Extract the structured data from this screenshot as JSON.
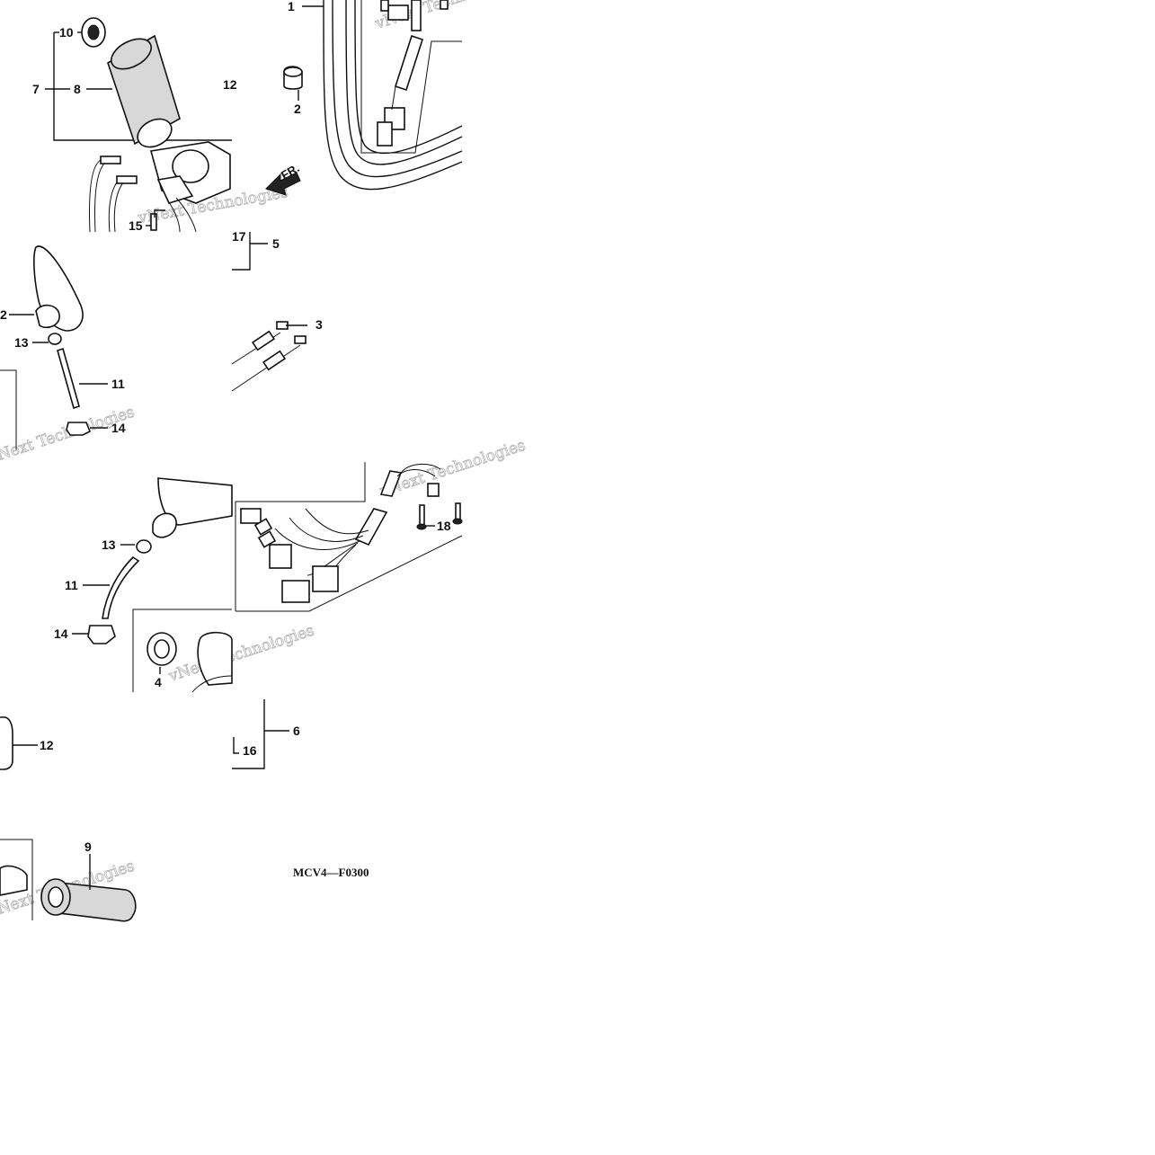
{
  "diagram": {
    "code": "MCV4—F0300",
    "direction_arrow": "FR.",
    "watermark_text": "vNext Technologies",
    "callouts": [
      "1",
      "2",
      "2",
      "3",
      "4",
      "5",
      "6",
      "7",
      "8",
      "9",
      "10",
      "11",
      "11",
      "12",
      "12",
      "13",
      "13",
      "14",
      "14",
      "15",
      "16",
      "17",
      "18"
    ]
  }
}
